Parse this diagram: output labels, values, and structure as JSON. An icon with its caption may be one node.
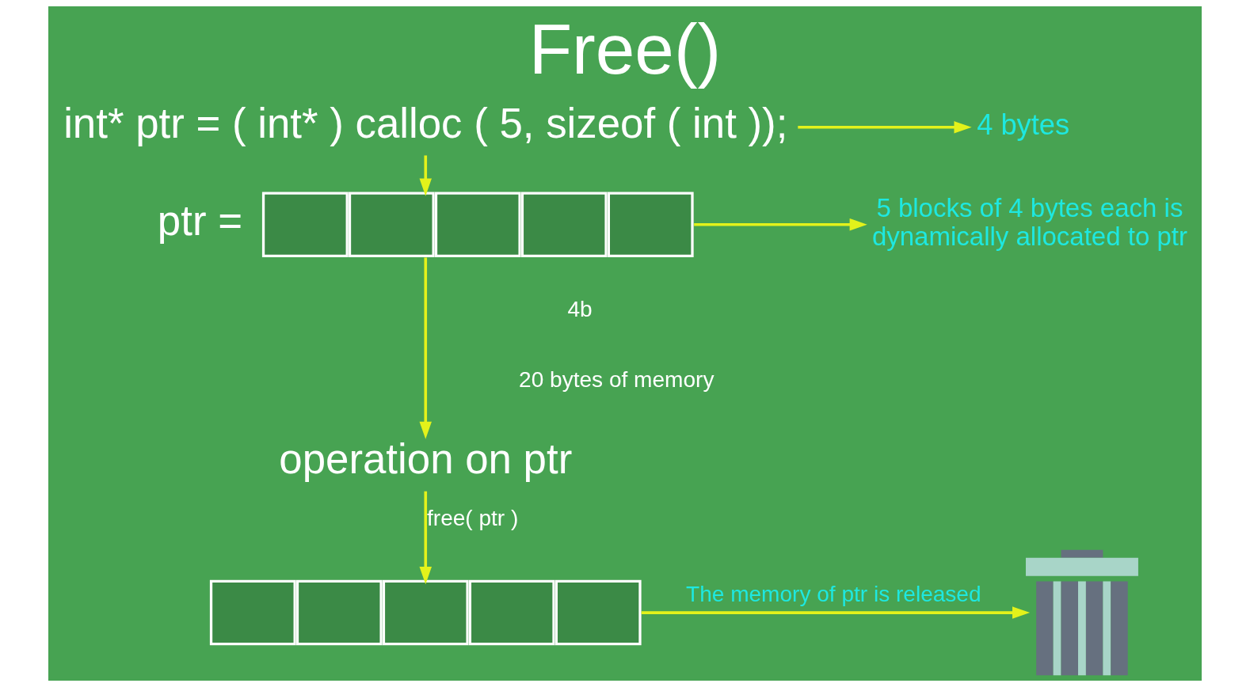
{
  "diagram": {
    "title": "Free()",
    "nodes": [
      {
        "text": [
          "int* ptr = ( int* ) calloc ( 5, sizeof ( int ));"
        ]
      },
      {
        "text": [
          "4 bytes"
        ]
      },
      {
        "text": [],
        "shape": "bar",
        "beside": [
          "ptr ="
        ]
      },
      {
        "text": [
          "5 blocks of 4 bytes each is dynamically allocated to ptr"
        ]
      },
      {
        "text": [
          "operation on ptr"
        ]
      },
      {
        "text": [],
        "shape": "bar"
      },
      {
        "text": [],
        "shape": "picture"
      }
    ],
    "edges": [
      {
        "from": 0,
        "to": 1,
        "arrow": "to"
      },
      {
        "from": 0,
        "to": 2,
        "arrow": "to"
      },
      {
        "from": 2,
        "to": 3,
        "arrow": "to"
      },
      {
        "from": 2,
        "to": 4,
        "arrow": "to"
      },
      {
        "from": 4,
        "to": 5,
        "arrow": "to",
        "label": "free( ptr )"
      },
      {
        "from": 5,
        "to": 6,
        "arrow": "to",
        "label": "The memory of ptr is released"
      }
    ],
    "labels": [
      "4b",
      "20 bytes of memory"
    ]
  }
}
